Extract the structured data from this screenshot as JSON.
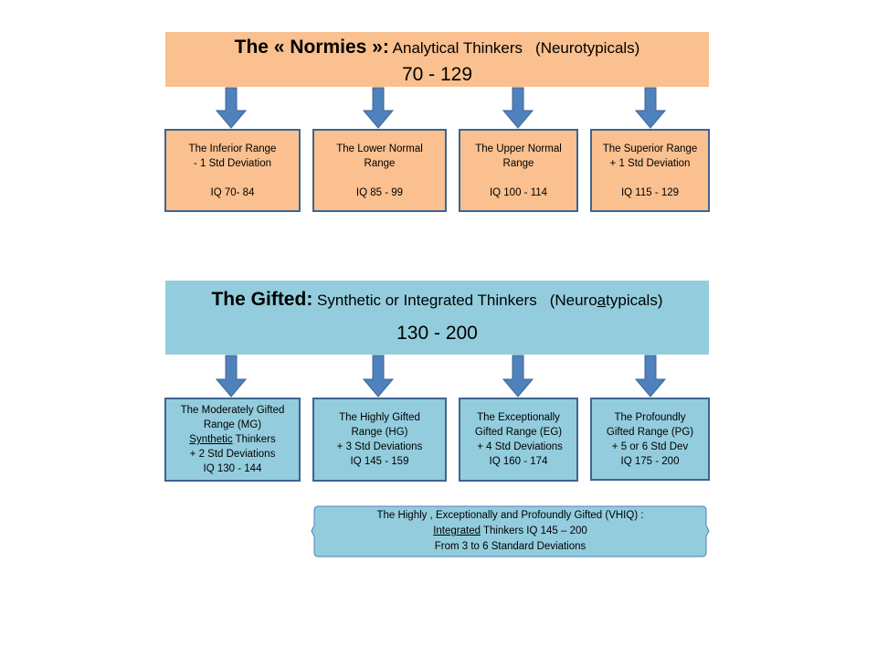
{
  "normies": {
    "title_bold": "The « Normies »",
    "title_colon": ":",
    "title_rest": " Analytical Thinkers",
    "title_paren": "(Neurotypicals)",
    "range": "70 - 129"
  },
  "normies_boxes": [
    {
      "line1": "The Inferior Range",
      "line2": "- 1 Std Deviation",
      "iq": "IQ 70- 84"
    },
    {
      "line1": "The Lower Normal",
      "line2": "Range",
      "iq": "IQ  85 - 99"
    },
    {
      "line1": "The Upper Normal",
      "line2": "Range",
      "iq": "IQ 100 - 114"
    },
    {
      "line1": "The Superior Range",
      "line2": "+ 1 Std Deviation",
      "iq": "IQ 115 - 129"
    }
  ],
  "gifted": {
    "title_bold": "The Gifted",
    "title_colon": ":",
    "title_rest": " Synthetic or Integrated Thinkers",
    "paren_open": "(Neuro",
    "paren_underlined": "a",
    "paren_close": "typicals)",
    "range": "130 - 200"
  },
  "gifted_boxes": {
    "mg": {
      "line1": "The Moderately Gifted",
      "line2": "Range (MG)",
      "line3_underlined": "Synthetic",
      "line3_rest": " Thinkers",
      "line4": "+ 2 Std Deviations",
      "iq": "IQ 130 - 144"
    },
    "hg": {
      "line1": "The Highly Gifted",
      "line2": "Range (HG)",
      "line3": "+ 3 Std Deviations",
      "iq": "IQ 145 - 159"
    },
    "eg": {
      "line1": "The Exceptionally",
      "line2": "Gifted Range (EG)",
      "line3": " + 4 Std Deviations",
      "iq": "IQ 160 - 174"
    },
    "pg": {
      "line1": "The Profoundly",
      "line2": "Gifted Range (PG)",
      "line3": "+ 5 or 6 Std Dev",
      "iq": "IQ 175 - 200"
    }
  },
  "vhiq": {
    "line1": "The Highly , Exceptionally and Profoundly Gifted (VHIQ) :",
    "line2_underlined": "Integrated",
    "line2_rest": " Thinkers IQ 145 – 200",
    "line3": "From 3 to 6 Standard Deviations"
  },
  "colors": {
    "orange_fill": "#fac08f",
    "blue_fill": "#93cddd",
    "arrow_fill": "#4f81bd",
    "border": "#3d6591"
  },
  "icons": [
    "arrow-down-icon"
  ]
}
